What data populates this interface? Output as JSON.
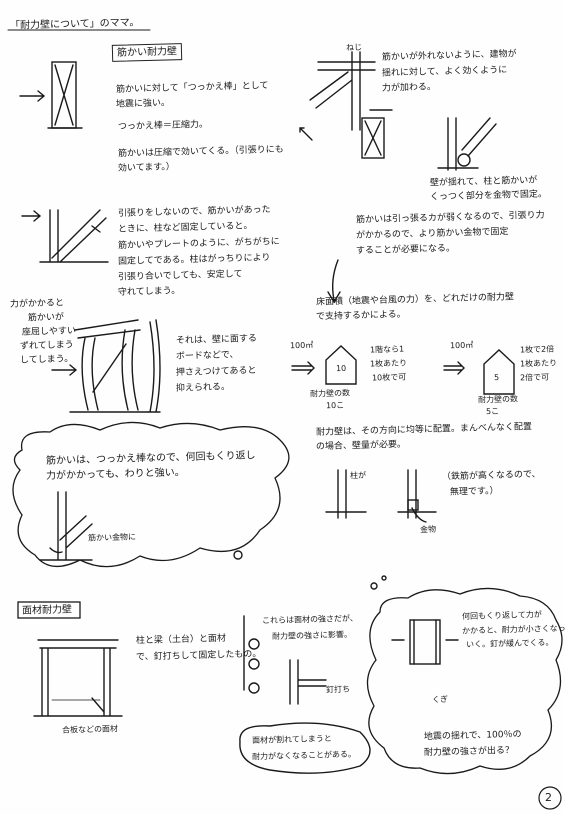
{
  "heading": "「耐力壁について」のママ。",
  "page_number": "2",
  "sections": {
    "old_wall": {
      "title": "筋かい耐力壁",
      "lines": [
        "筋かいに対して「つっかえ棒」として",
        "地震に強い。",
        "つっかえ棒＝圧縮力。",
        "筋かいは圧縮で効いてくる。（引張りにも",
        "効いてます。）"
      ]
    },
    "joint": {
      "label": "ねじ",
      "lines": [
        "筋かいが外れないように、建物が",
        "揺れに対して、よく効くように",
        "力が加わる。",
        "壁が揺れて、柱と筋かいが",
        "くっつく部分を金物で固定。",
        "筋かいは引っ張るカが弱くなるので、引張り力",
        "がかかるので、より筋かい金物で固定",
        "することが必要になる。"
      ]
    },
    "brace": {
      "lines": [
        "引張りをしないので、筋かいがあった",
        "ときに、柱など固定していると。",
        "筋かいやプレートのように、がちがちに",
        "固定してである。柱はがっちりにより",
        "引張り合いでしても、安定して",
        "守れてしまう。"
      ]
    },
    "quantity": {
      "lines": [
        "床面積（地震や台風の力）を、どれだけの耐力壁",
        "で支持するかによる。",
        "耐力壁は、その方向に均等に配置。まんべんなく配置",
        "の場合、壁量が必要。",
        "（鉄筋が高くなるので、",
        "無理です。）"
      ],
      "left_area": "100㎡",
      "left_count": "10",
      "left_notes": [
        "1階なら1",
        "1枚あたり",
        "10枚で可"
      ],
      "left_caption": "耐力壁の数",
      "left_value": "10こ",
      "right_area": "100㎡",
      "right_count": "5",
      "right_notes": [
        "1枚で2倍",
        "1枚あたり",
        "2倍で可"
      ],
      "right_caption": "耐力壁の数",
      "right_value": "5こ",
      "post_label": "柱が",
      "hardware_label": "金物"
    },
    "buckle": {
      "lines": [
        "力がかかると",
        "筋かいが",
        "座屈しやすい",
        "ずれてしまう",
        "してしまう。",
        "それは、壁に面する",
        "ボードなどで、",
        "押さえつけてあると",
        "抑えられる。"
      ]
    },
    "cloud_left": {
      "lines": [
        "筋かいは、つっかえ棒なので、何回もくり返し",
        "力がかかっても、わりと強い。"
      ],
      "label": "筋かい金物に"
    },
    "face_wall": {
      "title": "面材耐力壁",
      "lines": [
        "柱と梁（土台）と面材",
        "で、釘打ちして固定したもの。"
      ],
      "label": "合板などの面材"
    },
    "nail": {
      "lines": [
        "これらは面材の強さだが、",
        "耐力壁の強さに影響。"
      ],
      "label": "釘打ち",
      "bubble": [
        "面材が割れてしまうと",
        "耐力がなくなることがある。"
      ]
    },
    "cloud_right": {
      "lines": [
        "何回もくり返して力が",
        "かかると、耐力が小さくなって",
        "いく。釘が緩んでくる。"
      ],
      "small_label": "くぎ",
      "lines_extra": [],
      "line_34": "",
      "line3": "",
      "line4": ""
    }
  }
}
